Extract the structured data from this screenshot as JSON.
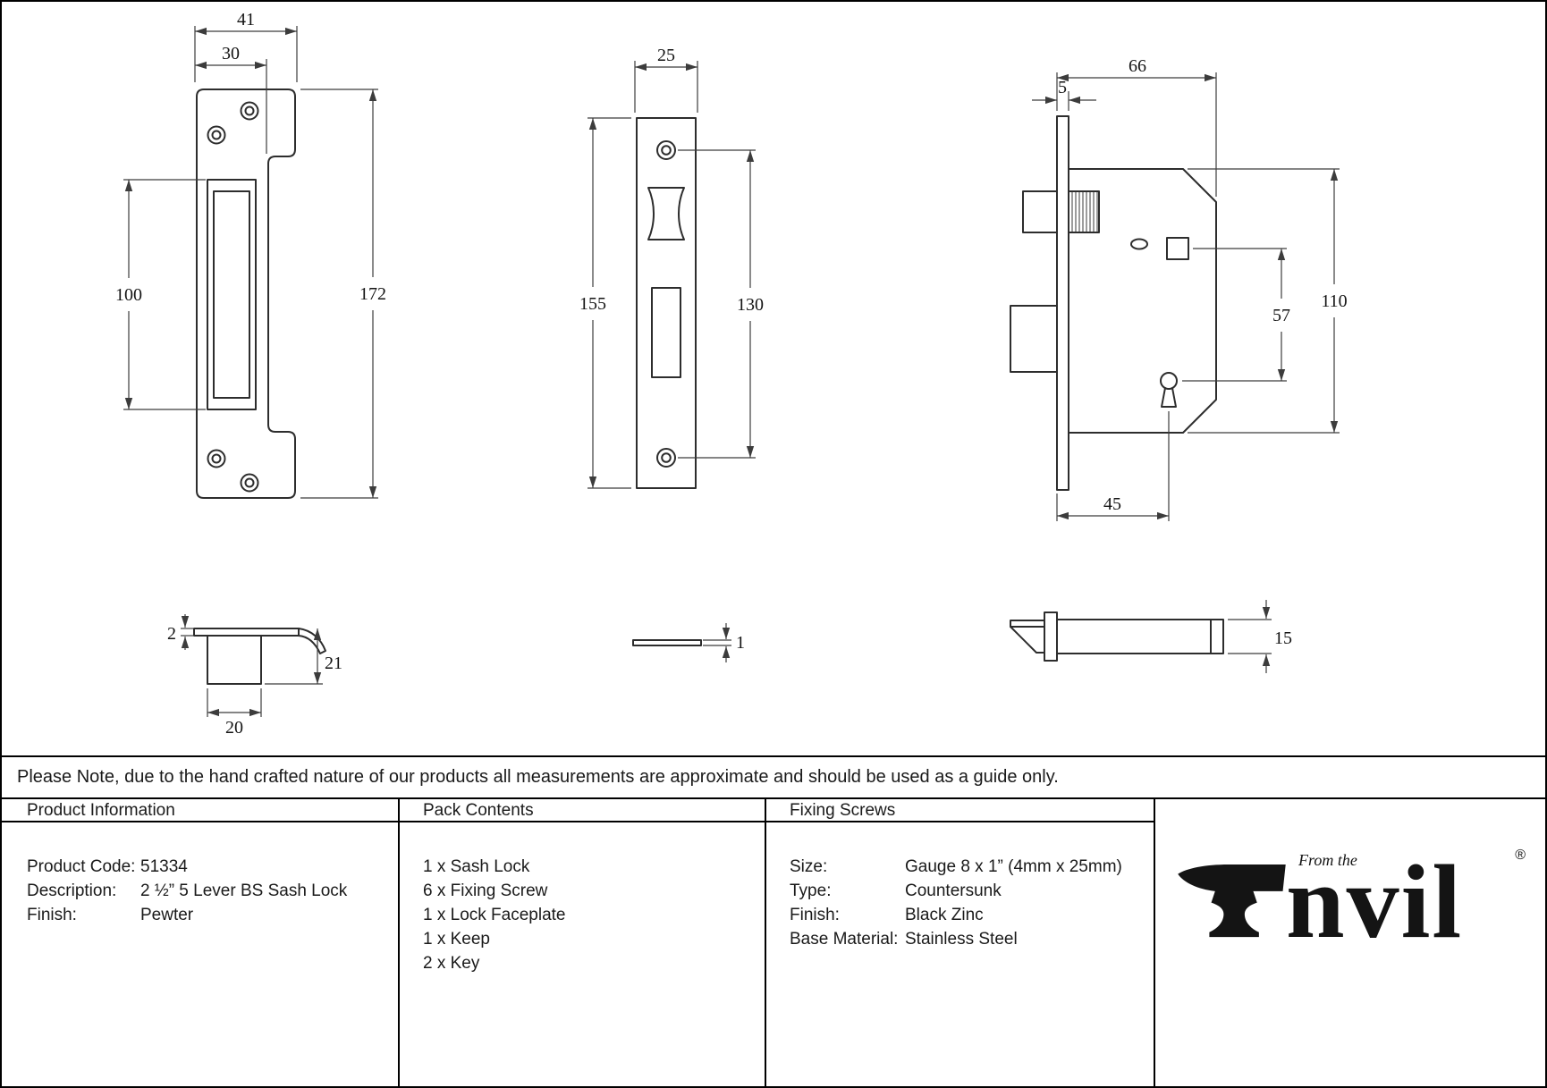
{
  "note": "Please Note, due to the hand crafted nature of our products all measurements are approximate and should be used as a guide only.",
  "dims": {
    "keep": {
      "overall_width": "41",
      "plate_width": "30",
      "opening_height": "100",
      "height": "172"
    },
    "faceplate": {
      "width": "25",
      "height": "155",
      "screw_centres": "130"
    },
    "lock": {
      "depth": "66",
      "faceplate_thickness": "5",
      "height": "110",
      "spindle_to_keyhole": "57",
      "backset": "45"
    },
    "keep_profile": {
      "thickness": "2",
      "depth": "21",
      "width": "20"
    },
    "faceplate_profile": {
      "thickness": "1"
    },
    "lock_profile": {
      "thickness": "15"
    }
  },
  "table": {
    "product_information": {
      "header": "Product Information",
      "rows": [
        {
          "label": "Product Code:",
          "value": "51334"
        },
        {
          "label": "Description:",
          "value": "2 ½” 5 Lever BS Sash Lock"
        },
        {
          "label": "Finish:",
          "value": "Pewter"
        }
      ]
    },
    "pack_contents": {
      "header": "Pack Contents",
      "items": [
        "1 x Sash Lock",
        "6 x Fixing Screw",
        "1 x Lock Faceplate",
        "1 x Keep",
        "2 x Key"
      ]
    },
    "fixing_screws": {
      "header": "Fixing Screws",
      "rows": [
        {
          "label": "Size:",
          "value": "Gauge 8 x 1” (4mm x 25mm)"
        },
        {
          "label": "Type:",
          "value": "Countersunk"
        },
        {
          "label": "Finish:",
          "value": "Black Zinc"
        },
        {
          "label": "Base Material:",
          "value": "Stainless Steel"
        }
      ]
    },
    "logo": {
      "from_the": "From the",
      "name_rest": "nvil",
      "registered": "®"
    }
  }
}
